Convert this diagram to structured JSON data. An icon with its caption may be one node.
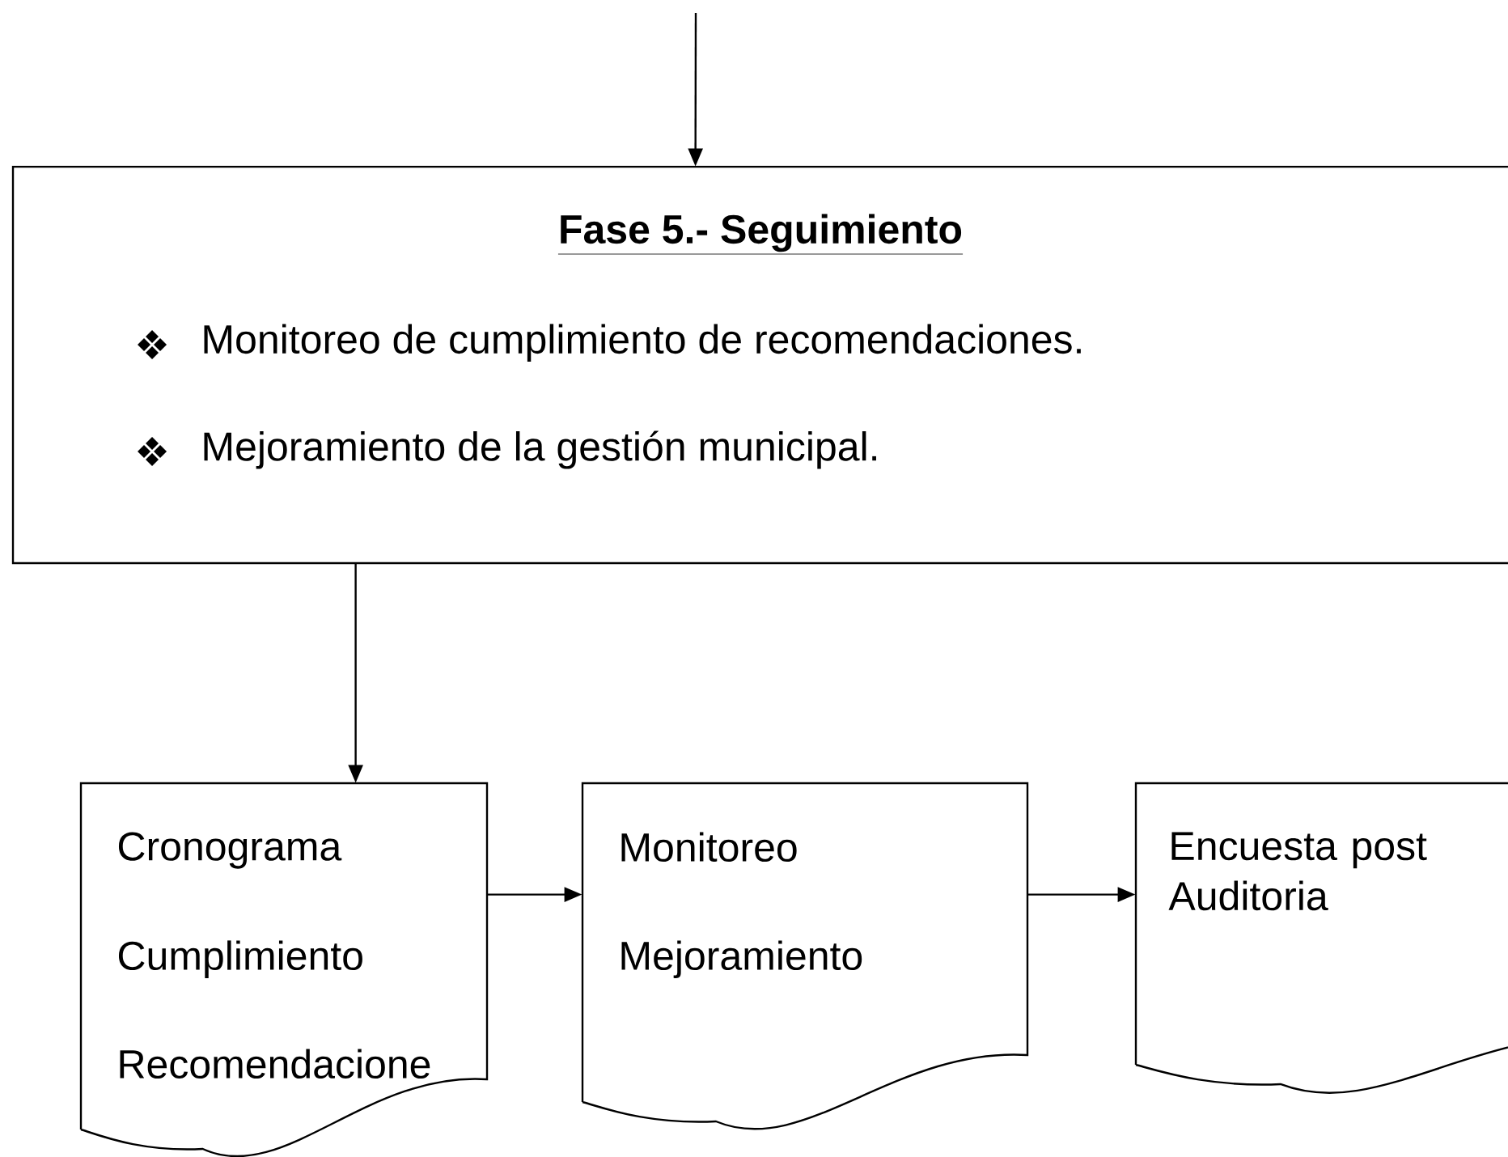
{
  "diagram": {
    "nodes": [
      {
        "text": [
          "Fase 5.- Seguimiento",
          "Monitoreo de cumplimiento de recomendaciones.",
          "Mejoramiento de la gestión municipal."
        ]
      },
      {
        "text": [
          "Cronograma",
          "Cumplimiento",
          "Recomendacione"
        ]
      },
      {
        "text": [
          "Monitoreo",
          "Mejoramiento"
        ]
      },
      {
        "text": [
          "Encuesta post Auditoria"
        ]
      }
    ],
    "edges": [
      {
        "from": null,
        "to": 0,
        "arrow": "to"
      },
      {
        "from": 0,
        "to": 1,
        "arrow": "to"
      },
      {
        "from": 1,
        "to": 2,
        "arrow": "to"
      },
      {
        "from": 2,
        "to": 3,
        "arrow": "to"
      }
    ]
  }
}
